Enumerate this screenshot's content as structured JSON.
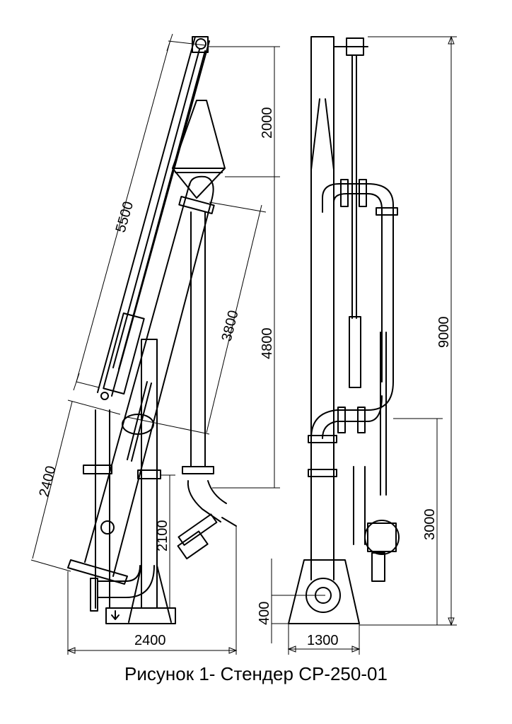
{
  "caption": "Рисунок 1- Стендер СР-250-01",
  "dimensions": {
    "boom_length": "5500",
    "upper_height": "2000",
    "arm_length": "3800",
    "mid_height": "4800",
    "lower_reach": "2400",
    "nozzle_height": "2100",
    "base_width": "2400",
    "total_height": "9000",
    "connection_height": "3000",
    "flange_height": "400",
    "side_width": "1300"
  }
}
